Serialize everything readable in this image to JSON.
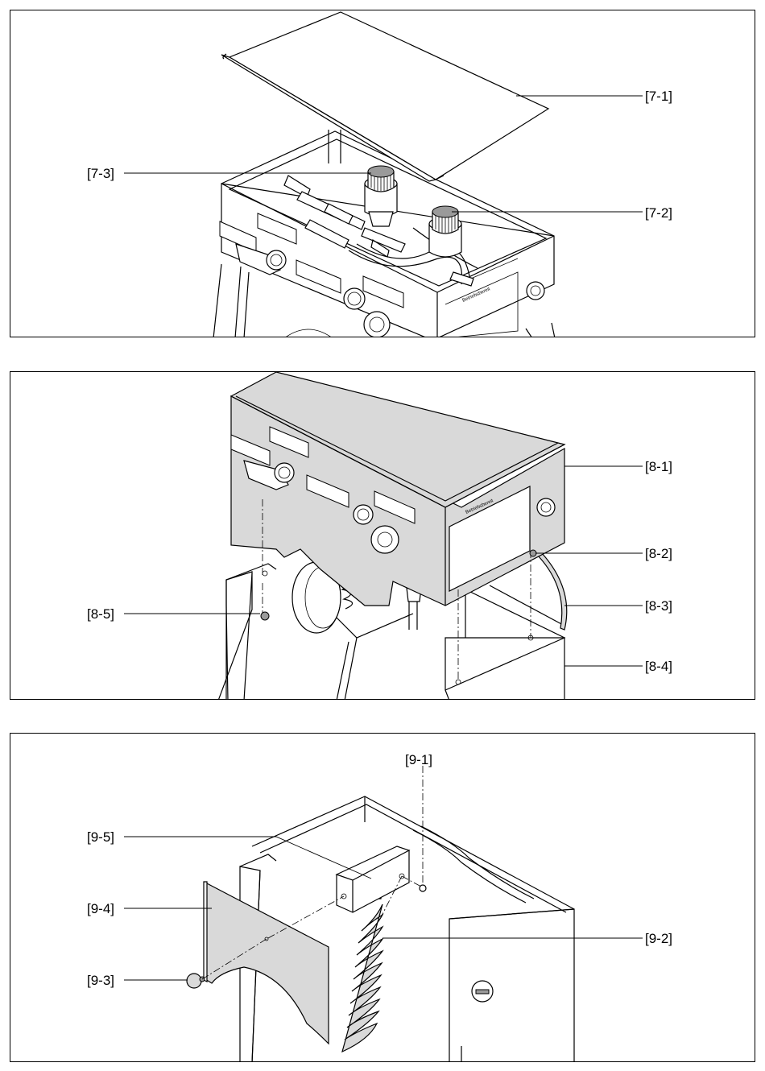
{
  "figures": [
    {
      "id": "fig7",
      "callouts": {
        "c1": "[7-1]",
        "c2": "[7-2]",
        "c3": "[7-3]"
      }
    },
    {
      "id": "fig8",
      "callouts": {
        "c1": "[8-1]",
        "c2": "[8-2]",
        "c3": "[8-3]",
        "c4": "[8-4]",
        "c5": "[8-5]"
      }
    },
    {
      "id": "fig9",
      "callouts": {
        "c1": "[9-1]",
        "c2": "[9-2]",
        "c3": "[9-3]",
        "c4": "[9-4]",
        "c5": "[9-5]"
      }
    }
  ]
}
